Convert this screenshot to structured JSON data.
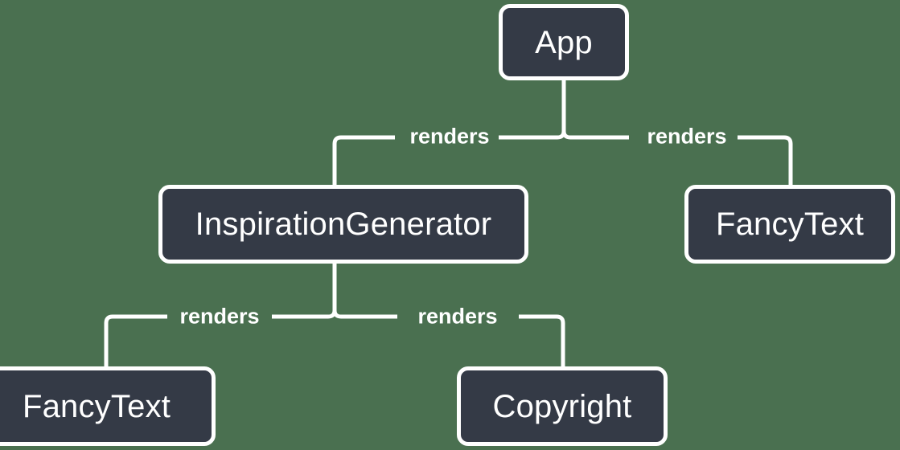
{
  "diagram": {
    "type": "component-tree",
    "background_color": "#4a7050",
    "node_fill_color": "#343a46",
    "node_border_color": "#ffffff",
    "edge_color": "#ffffff",
    "text_color": "#ffffff",
    "nodes": [
      {
        "id": "app",
        "label": "App"
      },
      {
        "id": "inspgen",
        "label": "InspirationGenerator"
      },
      {
        "id": "fancy-right",
        "label": "FancyText"
      },
      {
        "id": "fancy-left",
        "label": "FancyText"
      },
      {
        "id": "copyright",
        "label": "Copyright"
      }
    ],
    "edges": [
      {
        "id": "app-inspgen",
        "from": "app",
        "to": "inspgen",
        "label": "renders"
      },
      {
        "id": "app-fancy-right",
        "from": "app",
        "to": "fancy-right",
        "label": "renders"
      },
      {
        "id": "inspgen-fancy-left",
        "from": "inspgen",
        "to": "fancy-left",
        "label": "renders"
      },
      {
        "id": "inspgen-copyright",
        "from": "inspgen",
        "to": "copyright",
        "label": "renders"
      }
    ]
  }
}
